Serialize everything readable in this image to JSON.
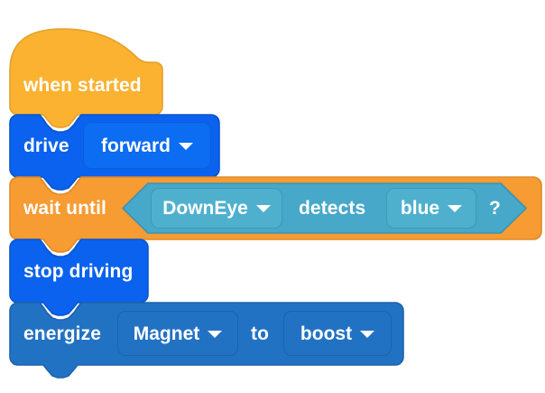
{
  "workspace": {
    "background_color": "#FFFFFF",
    "name": "block-program-workspace"
  },
  "palette": {
    "hat_orange": "#FBB231",
    "hat_orange_stroke": "#E2A02A",
    "control_orange": "#F79B33",
    "control_orange_stroke": "#E08A27",
    "drive_blue": "#0A62EE",
    "drive_blue_stroke": "#0A55CE",
    "magnet_blue": "#2272C4",
    "magnet_blue_stroke": "#1C63AB",
    "boolean_teal": "#47A8C9",
    "boolean_teal_stroke": "#3C93B1",
    "text_white": "#FFFFFF"
  },
  "script": {
    "name": "main-script",
    "blocks": [
      {
        "id": "when-started",
        "type": "hat",
        "label": "when started",
        "color": "#FBB231"
      },
      {
        "id": "drive",
        "type": "stack",
        "label": "drive",
        "color": "#0A62EE",
        "fields": [
          {
            "name": "direction",
            "value": "forward",
            "kind": "dropdown"
          }
        ]
      },
      {
        "id": "wait-until",
        "type": "stack",
        "label": "wait until",
        "color": "#F79B33",
        "boolean_input": {
          "id": "detects-color",
          "color": "#47A8C9",
          "parts": [
            {
              "kind": "dropdown",
              "name": "sensor",
              "value": "DownEye"
            },
            {
              "kind": "text",
              "value": "detects"
            },
            {
              "kind": "dropdown",
              "name": "color",
              "value": "blue"
            },
            {
              "kind": "text",
              "value": "?"
            }
          ]
        }
      },
      {
        "id": "stop-driving",
        "type": "stack",
        "label": "stop driving",
        "color": "#0A62EE"
      },
      {
        "id": "energize",
        "type": "stack",
        "label": "energize",
        "color": "#2272C4",
        "fields": [
          {
            "name": "device",
            "value": "Magnet",
            "kind": "dropdown"
          },
          {
            "name": "connector",
            "value": "to",
            "kind": "text"
          },
          {
            "name": "mode",
            "value": "boost",
            "kind": "dropdown"
          }
        ]
      }
    ]
  }
}
